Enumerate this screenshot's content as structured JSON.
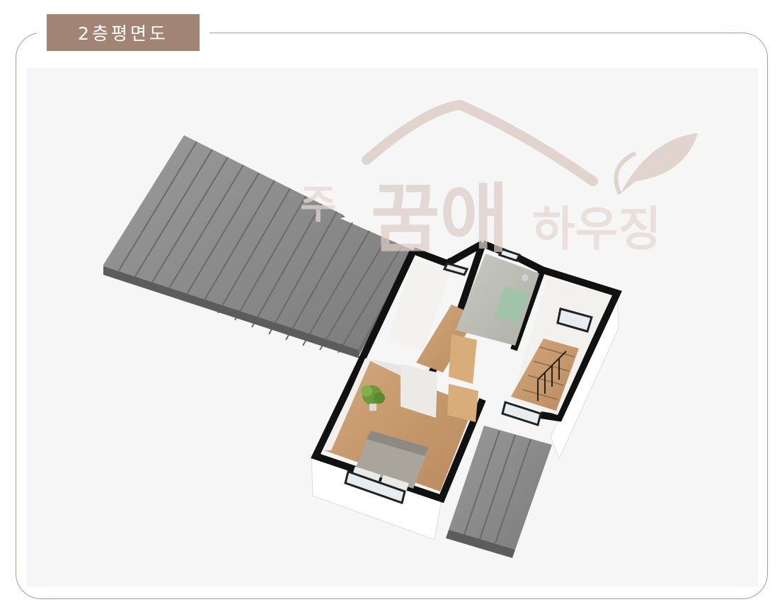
{
  "title": "2층평면도",
  "watermark": {
    "circle_char": "주",
    "main": "꿈애",
    "sub": "하우징"
  },
  "icons": {
    "watermark_logo": "house-leaf-logo-icon",
    "plant": "potted-plant-icon",
    "bed": "bed-icon",
    "shower": "shower-icon"
  },
  "colors": {
    "title_bg": "#a28474",
    "frame_border": "#b49a8a",
    "roof": "#8a8a8a",
    "wall": "#111111",
    "floor_wood": "#c79a6e",
    "watermark": "#d9c8c0"
  }
}
